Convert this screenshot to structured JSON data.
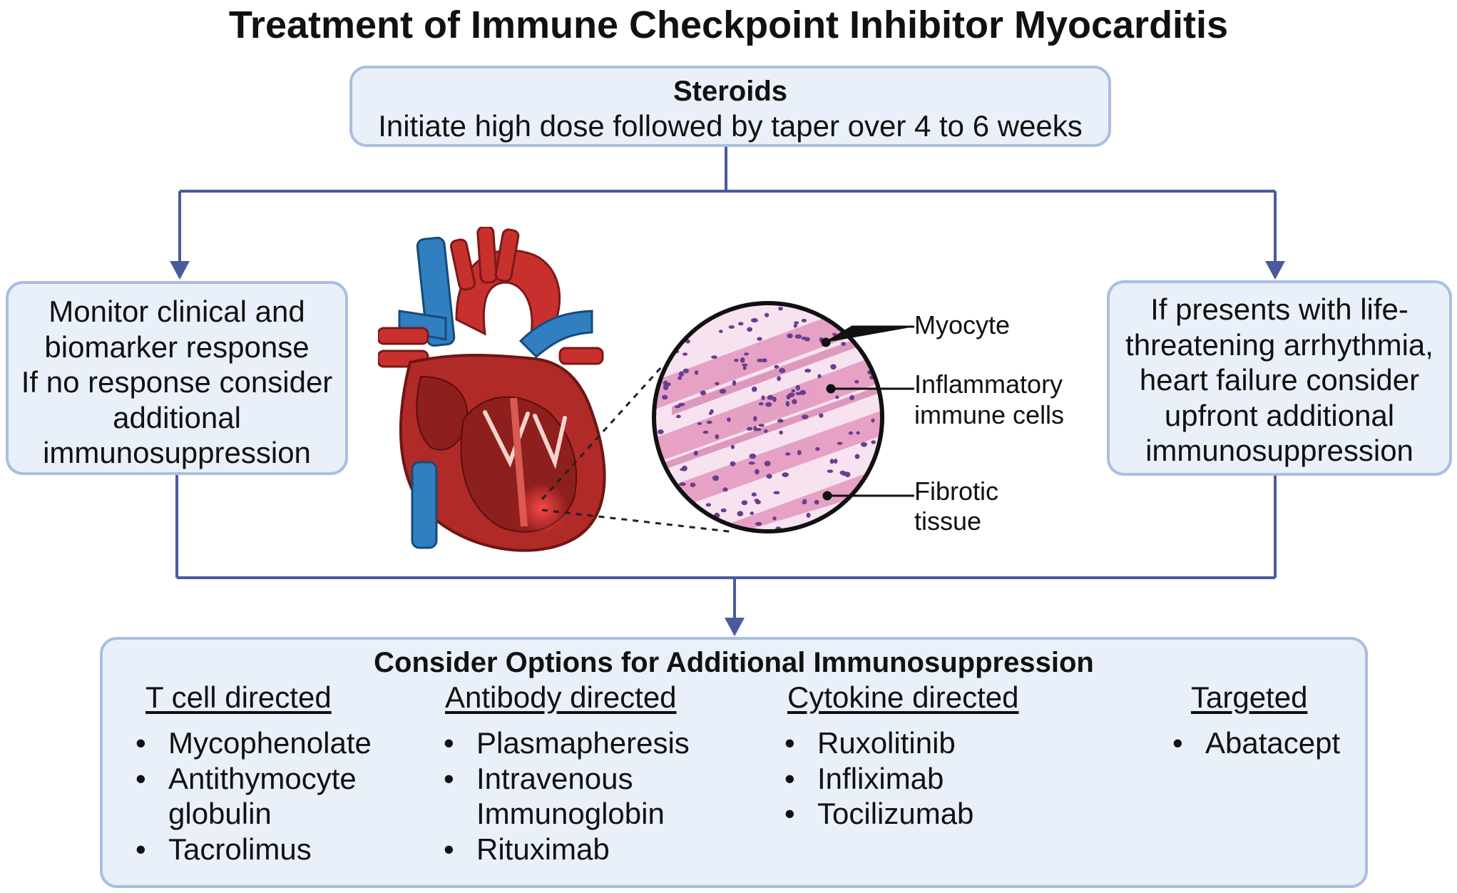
{
  "title": "Treatment of Immune Checkpoint Inhibitor Myocarditis",
  "steroids": {
    "heading": "Steroids",
    "text": "Initiate high dose followed by taper over 4 to 6 weeks"
  },
  "monitor": {
    "lines": [
      "Monitor clinical and",
      "biomarker response",
      "If no response consider",
      "additional",
      "immunosuppression"
    ]
  },
  "life_threatening": {
    "lines": [
      "If presents with life-",
      "threatening arrhythmia,",
      "heart failure consider",
      "upfront additional",
      "immunosuppression"
    ]
  },
  "histology_labels": {
    "myocyte": "Myocyte",
    "inflammatory_1": "Inflammatory",
    "inflammatory_2": "immune cells",
    "fibrotic_1": "Fibrotic",
    "fibrotic_2": "tissue"
  },
  "options": {
    "title": "Consider Options for Additional Immunosuppression",
    "columns": [
      {
        "heading": "T cell directed",
        "items": [
          [
            "Mycophenolate"
          ],
          [
            "Antithymocyte",
            "globulin"
          ],
          [
            "Tacrolimus"
          ]
        ]
      },
      {
        "heading": "Antibody directed",
        "items": [
          [
            "Plasmapheresis"
          ],
          [
            "Intravenous",
            "Immunoglobin"
          ],
          [
            "Rituximab"
          ]
        ]
      },
      {
        "heading": "Cytokine directed",
        "items": [
          [
            "Ruxolitinib"
          ],
          [
            "Infliximab"
          ],
          [
            "Tocilizumab"
          ]
        ]
      },
      {
        "heading": "Targeted",
        "items": [
          [
            "Abatacept"
          ]
        ]
      }
    ]
  },
  "colors": {
    "box_fill": "#e9f0f9",
    "box_border": "#a9bfdf",
    "connector": "#4a5a9c",
    "heart_red": "#c8302e",
    "vessel_blue": "#2f7fc1",
    "tissue_pink": "#e59ec2",
    "nucleus_purple": "#6b3d8f"
  },
  "icons": [
    "heart-illustration",
    "histology-circle"
  ]
}
